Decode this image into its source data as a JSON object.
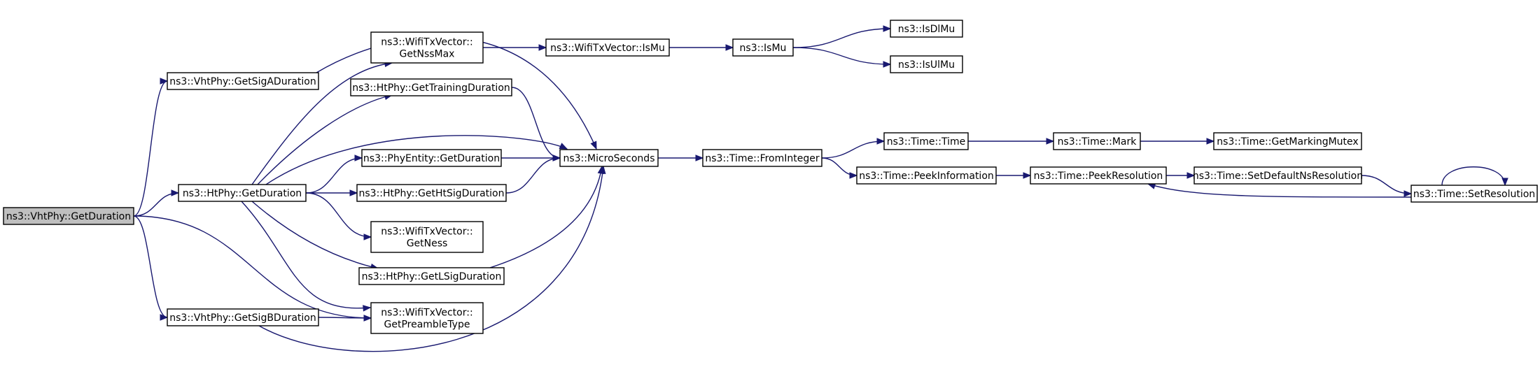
{
  "colors": {
    "edge": "#191970",
    "root_fill": "#bfbfbf",
    "node_fill": "#ffffff",
    "border": "#000000"
  },
  "nodes": [
    {
      "id": "vht_getduration",
      "lines": [
        "ns3::VhtPhy::GetDuration"
      ],
      "root": true
    },
    {
      "id": "vht_getsigaduration",
      "lines": [
        "ns3::VhtPhy::GetSigADuration"
      ]
    },
    {
      "id": "ht_getduration",
      "lines": [
        "ns3::HtPhy::GetDuration"
      ]
    },
    {
      "id": "vht_getsigbduration",
      "lines": [
        "ns3::VhtPhy::GetSigBDuration"
      ]
    },
    {
      "id": "txv_getnssmax",
      "lines": [
        "ns3::WifiTxVector::",
        "GetNssMax"
      ]
    },
    {
      "id": "ht_gettrainingduration",
      "lines": [
        "ns3::HtPhy::GetTrainingDuration"
      ]
    },
    {
      "id": "phyentity_getduration",
      "lines": [
        "ns3::PhyEntity::GetDuration"
      ]
    },
    {
      "id": "ht_gethtsigduration",
      "lines": [
        "ns3::HtPhy::GetHtSigDuration"
      ]
    },
    {
      "id": "txv_getness",
      "lines": [
        "ns3::WifiTxVector::",
        "GetNess"
      ]
    },
    {
      "id": "ht_getlsigduration",
      "lines": [
        "ns3::HtPhy::GetLSigDuration"
      ]
    },
    {
      "id": "txv_getpreambletype",
      "lines": [
        "ns3::WifiTxVector::",
        "GetPreambleType"
      ]
    },
    {
      "id": "txv_ismu",
      "lines": [
        "ns3::WifiTxVector::IsMu"
      ]
    },
    {
      "id": "microseconds",
      "lines": [
        "ns3::MicroSeconds"
      ]
    },
    {
      "id": "ismu",
      "lines": [
        "ns3::IsMu"
      ]
    },
    {
      "id": "isdlmu",
      "lines": [
        "ns3::IsDlMu"
      ]
    },
    {
      "id": "isulmu",
      "lines": [
        "ns3::IsUlMu"
      ]
    },
    {
      "id": "time_frominteger",
      "lines": [
        "ns3::Time::FromInteger"
      ]
    },
    {
      "id": "time_time",
      "lines": [
        "ns3::Time::Time"
      ]
    },
    {
      "id": "time_peekinformation",
      "lines": [
        "ns3::Time::PeekInformation"
      ]
    },
    {
      "id": "time_mark",
      "lines": [
        "ns3::Time::Mark"
      ]
    },
    {
      "id": "time_getmarkingmutex",
      "lines": [
        "ns3::Time::GetMarkingMutex"
      ]
    },
    {
      "id": "time_peekresolution",
      "lines": [
        "ns3::Time::PeekResolution"
      ]
    },
    {
      "id": "time_setdefaultnsresolution",
      "lines": [
        "ns3::Time::SetDefaultNsResolution"
      ]
    },
    {
      "id": "time_setresolution",
      "lines": [
        "ns3::Time::SetResolution"
      ]
    }
  ],
  "edges": [
    {
      "from": "vht_getduration",
      "to": "vht_getsigaduration"
    },
    {
      "from": "vht_getduration",
      "to": "ht_getduration"
    },
    {
      "from": "vht_getduration",
      "to": "vht_getsigbduration"
    },
    {
      "from": "vht_getduration",
      "to": "txv_getpreambletype"
    },
    {
      "from": "vht_getsigaduration",
      "to": "microseconds"
    },
    {
      "from": "ht_getduration",
      "to": "txv_getnssmax"
    },
    {
      "from": "ht_getduration",
      "to": "ht_gettrainingduration"
    },
    {
      "from": "ht_getduration",
      "to": "microseconds"
    },
    {
      "from": "ht_getduration",
      "to": "phyentity_getduration"
    },
    {
      "from": "ht_getduration",
      "to": "ht_gethtsigduration"
    },
    {
      "from": "ht_getduration",
      "to": "txv_getness"
    },
    {
      "from": "ht_getduration",
      "to": "ht_getlsigduration"
    },
    {
      "from": "ht_getduration",
      "to": "txv_getpreambletype"
    },
    {
      "from": "vht_getsigbduration",
      "to": "txv_getpreambletype"
    },
    {
      "from": "vht_getsigbduration",
      "to": "microseconds"
    },
    {
      "from": "txv_getnssmax",
      "to": "txv_ismu"
    },
    {
      "from": "ht_gettrainingduration",
      "to": "microseconds"
    },
    {
      "from": "phyentity_getduration",
      "to": "microseconds"
    },
    {
      "from": "ht_gethtsigduration",
      "to": "microseconds"
    },
    {
      "from": "ht_getlsigduration",
      "to": "microseconds"
    },
    {
      "from": "txv_ismu",
      "to": "ismu"
    },
    {
      "from": "ismu",
      "to": "isdlmu"
    },
    {
      "from": "ismu",
      "to": "isulmu"
    },
    {
      "from": "microseconds",
      "to": "time_frominteger"
    },
    {
      "from": "time_frominteger",
      "to": "time_time"
    },
    {
      "from": "time_frominteger",
      "to": "time_peekinformation"
    },
    {
      "from": "time_time",
      "to": "time_mark"
    },
    {
      "from": "time_mark",
      "to": "time_getmarkingmutex"
    },
    {
      "from": "time_peekinformation",
      "to": "time_peekresolution"
    },
    {
      "from": "time_peekresolution",
      "to": "time_setdefaultnsresolution"
    },
    {
      "from": "time_setdefaultnsresolution",
      "to": "time_setresolution"
    },
    {
      "from": "time_setresolution",
      "to": "time_peekresolution"
    },
    {
      "from": "time_setresolution",
      "to": "time_setresolution"
    }
  ]
}
